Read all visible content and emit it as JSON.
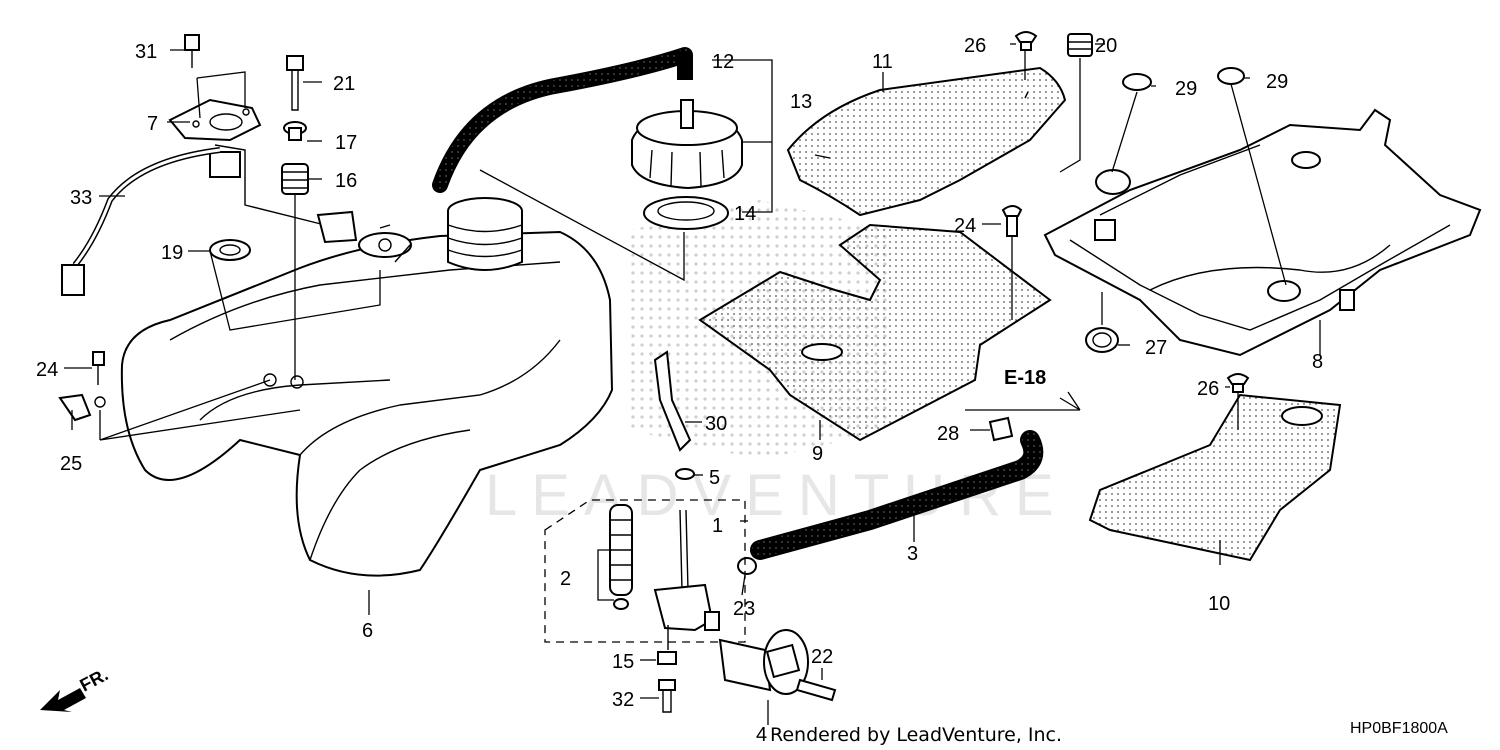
{
  "diagram": {
    "callouts": [
      {
        "id": "c1",
        "label": "1"
      },
      {
        "id": "c2",
        "label": "2"
      },
      {
        "id": "c3",
        "label": "3"
      },
      {
        "id": "c4",
        "label": "4"
      },
      {
        "id": "c5",
        "label": "5"
      },
      {
        "id": "c6",
        "label": "6"
      },
      {
        "id": "c7",
        "label": "7"
      },
      {
        "id": "c8",
        "label": "8"
      },
      {
        "id": "c9",
        "label": "9"
      },
      {
        "id": "c10",
        "label": "10"
      },
      {
        "id": "c11",
        "label": "11"
      },
      {
        "id": "c12",
        "label": "12"
      },
      {
        "id": "c13",
        "label": "13"
      },
      {
        "id": "c14",
        "label": "14"
      },
      {
        "id": "c15",
        "label": "15"
      },
      {
        "id": "c16",
        "label": "16"
      },
      {
        "id": "c17",
        "label": "17"
      },
      {
        "id": "c19",
        "label": "19"
      },
      {
        "id": "c20",
        "label": "20"
      },
      {
        "id": "c21",
        "label": "21"
      },
      {
        "id": "c22",
        "label": "22"
      },
      {
        "id": "c23",
        "label": "23"
      },
      {
        "id": "c24a",
        "label": "24"
      },
      {
        "id": "c24b",
        "label": "24"
      },
      {
        "id": "c25",
        "label": "25"
      },
      {
        "id": "c26a",
        "label": "26"
      },
      {
        "id": "c26b",
        "label": "26"
      },
      {
        "id": "c27",
        "label": "27"
      },
      {
        "id": "c28",
        "label": "28"
      },
      {
        "id": "c29a",
        "label": "29"
      },
      {
        "id": "c29b",
        "label": "29"
      },
      {
        "id": "c30",
        "label": "30"
      },
      {
        "id": "c31",
        "label": "31"
      },
      {
        "id": "c32",
        "label": "32"
      },
      {
        "id": "c33",
        "label": "33"
      }
    ],
    "reference": "E-18",
    "front_marker": "FR.",
    "rendered_by": "Rendered by LeadVenture, Inc.",
    "diagram_code": "HP0BF1800A",
    "watermark": "LEADVENTURE"
  }
}
